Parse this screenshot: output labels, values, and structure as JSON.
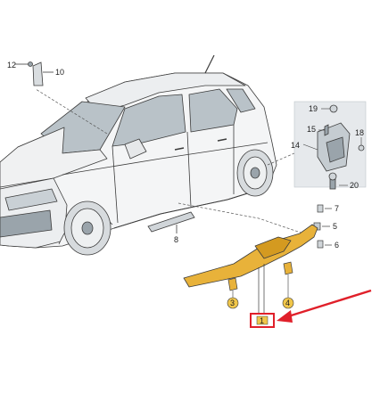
{
  "callouts": {
    "c1": "1",
    "c3": "3",
    "c4": "4",
    "c5": "5",
    "c6": "6",
    "c7": "7",
    "c8": "8",
    "c10": "10",
    "c12": "12",
    "c14": "14",
    "c15": "15",
    "c18": "18",
    "c19": "19",
    "c20": "20"
  },
  "colors": {
    "highlight_part": "#e8b23a",
    "callout_badge": "#f0c64a",
    "pointer_arrow": "#e0202a",
    "highlight_box": "#e0202a",
    "car_fill": "#f4f5f6",
    "line": "#3c3c3c"
  }
}
